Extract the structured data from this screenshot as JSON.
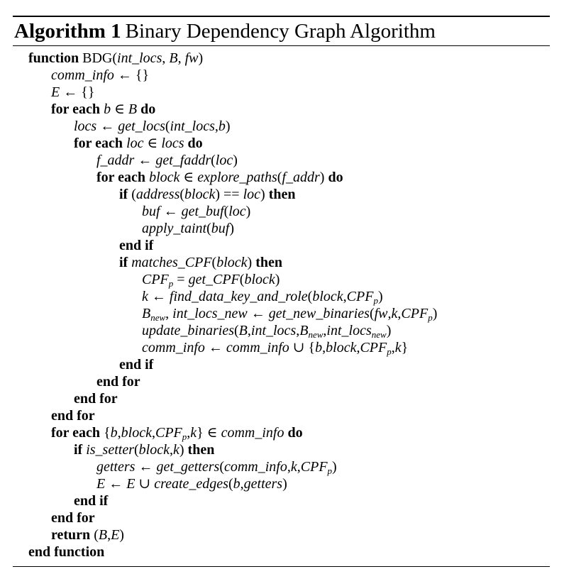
{
  "algorithm": {
    "label": "Algorithm 1",
    "title": "Binary Dependency Graph Algorithm",
    "lines": [
      {
        "indent": 0,
        "parts": [
          {
            "t": "kw",
            "v": "function"
          },
          {
            "t": "tx",
            "v": " BDG("
          },
          {
            "t": "ma",
            "v": "int_locs"
          },
          {
            "t": "tx",
            "v": ", "
          },
          {
            "t": "ma",
            "v": "B"
          },
          {
            "t": "tx",
            "v": ", "
          },
          {
            "t": "ma",
            "v": "fw"
          },
          {
            "t": "tx",
            "v": ")"
          }
        ]
      },
      {
        "indent": 1,
        "parts": [
          {
            "t": "ma",
            "v": "comm_info"
          },
          {
            "t": "op",
            "v": " ← {}"
          }
        ]
      },
      {
        "indent": 1,
        "parts": [
          {
            "t": "ma",
            "v": "E"
          },
          {
            "t": "op",
            "v": " ← {}"
          }
        ]
      },
      {
        "indent": 1,
        "parts": [
          {
            "t": "kw",
            "v": "for each "
          },
          {
            "t": "ma",
            "v": "b"
          },
          {
            "t": "op",
            "v": " ∈ "
          },
          {
            "t": "ma",
            "v": "B"
          },
          {
            "t": "kw",
            "v": " do"
          }
        ]
      },
      {
        "indent": 2,
        "parts": [
          {
            "t": "ma",
            "v": "locs"
          },
          {
            "t": "op",
            "v": " ← "
          },
          {
            "t": "ma",
            "v": "get_locs"
          },
          {
            "t": "op",
            "v": "("
          },
          {
            "t": "ma",
            "v": "int_locs"
          },
          {
            "t": "op",
            "v": ","
          },
          {
            "t": "ma",
            "v": "b"
          },
          {
            "t": "op",
            "v": ")"
          }
        ]
      },
      {
        "indent": 2,
        "parts": [
          {
            "t": "kw",
            "v": "for each "
          },
          {
            "t": "ma",
            "v": "loc"
          },
          {
            "t": "op",
            "v": " ∈ "
          },
          {
            "t": "ma",
            "v": "locs"
          },
          {
            "t": "kw",
            "v": " do"
          }
        ]
      },
      {
        "indent": 3,
        "parts": [
          {
            "t": "ma",
            "v": "f_addr"
          },
          {
            "t": "op",
            "v": " ← "
          },
          {
            "t": "ma",
            "v": "get_faddr"
          },
          {
            "t": "op",
            "v": "("
          },
          {
            "t": "ma",
            "v": "loc"
          },
          {
            "t": "op",
            "v": ")"
          }
        ]
      },
      {
        "indent": 3,
        "parts": [
          {
            "t": "kw",
            "v": "for each "
          },
          {
            "t": "ma",
            "v": "block"
          },
          {
            "t": "op",
            "v": " ∈ "
          },
          {
            "t": "ma",
            "v": "explore_paths"
          },
          {
            "t": "op",
            "v": "("
          },
          {
            "t": "ma",
            "v": "f_addr"
          },
          {
            "t": "op",
            "v": ")"
          },
          {
            "t": "kw",
            "v": " do"
          }
        ]
      },
      {
        "indent": 4,
        "parts": [
          {
            "t": "kw",
            "v": "if "
          },
          {
            "t": "op",
            "v": "("
          },
          {
            "t": "ma",
            "v": "address"
          },
          {
            "t": "op",
            "v": "("
          },
          {
            "t": "ma",
            "v": "block"
          },
          {
            "t": "op",
            "v": ") == "
          },
          {
            "t": "ma",
            "v": "loc"
          },
          {
            "t": "op",
            "v": ")"
          },
          {
            "t": "kw",
            "v": " then"
          }
        ]
      },
      {
        "indent": 5,
        "parts": [
          {
            "t": "ma",
            "v": "buf"
          },
          {
            "t": "op",
            "v": " ← "
          },
          {
            "t": "ma",
            "v": "get_buf"
          },
          {
            "t": "op",
            "v": "("
          },
          {
            "t": "ma",
            "v": "loc"
          },
          {
            "t": "op",
            "v": ")"
          }
        ]
      },
      {
        "indent": 5,
        "parts": [
          {
            "t": "ma",
            "v": "apply_taint"
          },
          {
            "t": "op",
            "v": "("
          },
          {
            "t": "ma",
            "v": "buf"
          },
          {
            "t": "op",
            "v": ")"
          }
        ]
      },
      {
        "indent": 4,
        "parts": [
          {
            "t": "kw",
            "v": "end if"
          }
        ]
      },
      {
        "indent": 4,
        "parts": [
          {
            "t": "kw",
            "v": "if "
          },
          {
            "t": "ma",
            "v": "matches_CPF"
          },
          {
            "t": "op",
            "v": "("
          },
          {
            "t": "ma",
            "v": "block"
          },
          {
            "t": "op",
            "v": ")"
          },
          {
            "t": "kw",
            "v": " then"
          }
        ]
      },
      {
        "indent": 5,
        "parts": [
          {
            "t": "ma",
            "v": "CPF"
          },
          {
            "t": "sub",
            "v": "p"
          },
          {
            "t": "op",
            "v": " = "
          },
          {
            "t": "ma",
            "v": "get_CPF"
          },
          {
            "t": "op",
            "v": "("
          },
          {
            "t": "ma",
            "v": "block"
          },
          {
            "t": "op",
            "v": ")"
          }
        ]
      },
      {
        "indent": 5,
        "parts": [
          {
            "t": "ma",
            "v": "k"
          },
          {
            "t": "op",
            "v": " ← "
          },
          {
            "t": "ma",
            "v": "find_data_key_and_role"
          },
          {
            "t": "op",
            "v": "("
          },
          {
            "t": "ma",
            "v": "block"
          },
          {
            "t": "op",
            "v": ","
          },
          {
            "t": "ma",
            "v": "CPF"
          },
          {
            "t": "sub",
            "v": "p"
          },
          {
            "t": "op",
            "v": ")"
          }
        ]
      },
      {
        "indent": 5,
        "parts": [
          {
            "t": "ma",
            "v": "B"
          },
          {
            "t": "sub",
            "v": "new"
          },
          {
            "t": "op",
            "v": ", "
          },
          {
            "t": "ma",
            "v": "int_locs_new"
          },
          {
            "t": "op",
            "v": " ← "
          },
          {
            "t": "ma",
            "v": "get_new_binaries"
          },
          {
            "t": "op",
            "v": "("
          },
          {
            "t": "ma",
            "v": "fw"
          },
          {
            "t": "op",
            "v": ","
          },
          {
            "t": "ma",
            "v": "k"
          },
          {
            "t": "op",
            "v": ","
          },
          {
            "t": "ma",
            "v": "CPF"
          },
          {
            "t": "sub",
            "v": "p"
          },
          {
            "t": "op",
            "v": ")"
          }
        ]
      },
      {
        "indent": 5,
        "parts": [
          {
            "t": "ma",
            "v": "update_binaries"
          },
          {
            "t": "op",
            "v": "("
          },
          {
            "t": "ma",
            "v": "B"
          },
          {
            "t": "op",
            "v": ","
          },
          {
            "t": "ma",
            "v": "int_locs"
          },
          {
            "t": "op",
            "v": ","
          },
          {
            "t": "ma",
            "v": "B"
          },
          {
            "t": "sub",
            "v": "new"
          },
          {
            "t": "op",
            "v": ","
          },
          {
            "t": "ma",
            "v": "int_locs"
          },
          {
            "t": "sub",
            "v": "new"
          },
          {
            "t": "op",
            "v": ")"
          }
        ]
      },
      {
        "indent": 5,
        "parts": [
          {
            "t": "ma",
            "v": "comm_info"
          },
          {
            "t": "op",
            "v": " ← "
          },
          {
            "t": "ma",
            "v": "comm_info"
          },
          {
            "t": "op",
            "v": " ∪ {"
          },
          {
            "t": "ma",
            "v": "b"
          },
          {
            "t": "op",
            "v": ","
          },
          {
            "t": "ma",
            "v": "block"
          },
          {
            "t": "op",
            "v": ","
          },
          {
            "t": "ma",
            "v": "CPF"
          },
          {
            "t": "sub",
            "v": "p"
          },
          {
            "t": "op",
            "v": ","
          },
          {
            "t": "ma",
            "v": "k"
          },
          {
            "t": "op",
            "v": "}"
          }
        ]
      },
      {
        "indent": 4,
        "parts": [
          {
            "t": "kw",
            "v": "end if"
          }
        ]
      },
      {
        "indent": 3,
        "parts": [
          {
            "t": "kw",
            "v": "end for"
          }
        ]
      },
      {
        "indent": 2,
        "parts": [
          {
            "t": "kw",
            "v": "end for"
          }
        ]
      },
      {
        "indent": 1,
        "parts": [
          {
            "t": "kw",
            "v": "end for"
          }
        ]
      },
      {
        "indent": 1,
        "parts": [
          {
            "t": "kw",
            "v": "for each "
          },
          {
            "t": "op",
            "v": "{"
          },
          {
            "t": "ma",
            "v": "b"
          },
          {
            "t": "op",
            "v": ","
          },
          {
            "t": "ma",
            "v": "block"
          },
          {
            "t": "op",
            "v": ","
          },
          {
            "t": "ma",
            "v": "CPF"
          },
          {
            "t": "sub",
            "v": "p"
          },
          {
            "t": "op",
            "v": ","
          },
          {
            "t": "ma",
            "v": "k"
          },
          {
            "t": "op",
            "v": "} ∈ "
          },
          {
            "t": "ma",
            "v": "comm_info"
          },
          {
            "t": "kw",
            "v": " do"
          }
        ]
      },
      {
        "indent": 2,
        "parts": [
          {
            "t": "kw",
            "v": "if "
          },
          {
            "t": "ma",
            "v": "is_setter"
          },
          {
            "t": "op",
            "v": "("
          },
          {
            "t": "ma",
            "v": "block"
          },
          {
            "t": "op",
            "v": ","
          },
          {
            "t": "ma",
            "v": "k"
          },
          {
            "t": "op",
            "v": ")"
          },
          {
            "t": "kw",
            "v": " then"
          }
        ]
      },
      {
        "indent": 3,
        "parts": [
          {
            "t": "ma",
            "v": "getters"
          },
          {
            "t": "op",
            "v": " ← "
          },
          {
            "t": "ma",
            "v": "get_getters"
          },
          {
            "t": "op",
            "v": "("
          },
          {
            "t": "ma",
            "v": "comm_info"
          },
          {
            "t": "op",
            "v": ","
          },
          {
            "t": "ma",
            "v": "k"
          },
          {
            "t": "op",
            "v": ","
          },
          {
            "t": "ma",
            "v": "CPF"
          },
          {
            "t": "sub",
            "v": "p"
          },
          {
            "t": "op",
            "v": ")"
          }
        ]
      },
      {
        "indent": 3,
        "parts": [
          {
            "t": "ma",
            "v": "E"
          },
          {
            "t": "op",
            "v": " ← "
          },
          {
            "t": "ma",
            "v": "E"
          },
          {
            "t": "op",
            "v": " ∪ "
          },
          {
            "t": "ma",
            "v": "create_edges"
          },
          {
            "t": "op",
            "v": "("
          },
          {
            "t": "ma",
            "v": "b"
          },
          {
            "t": "op",
            "v": ","
          },
          {
            "t": "ma",
            "v": "getters"
          },
          {
            "t": "op",
            "v": ")"
          }
        ]
      },
      {
        "indent": 2,
        "parts": [
          {
            "t": "kw",
            "v": "end if"
          }
        ]
      },
      {
        "indent": 1,
        "parts": [
          {
            "t": "kw",
            "v": "end for"
          }
        ]
      },
      {
        "indent": 1,
        "parts": [
          {
            "t": "kw",
            "v": "return "
          },
          {
            "t": "op",
            "v": "("
          },
          {
            "t": "ma",
            "v": "B"
          },
          {
            "t": "op",
            "v": ","
          },
          {
            "t": "ma",
            "v": "E"
          },
          {
            "t": "op",
            "v": ")"
          }
        ]
      },
      {
        "indent": 0,
        "parts": [
          {
            "t": "kw",
            "v": "end function"
          }
        ]
      }
    ]
  }
}
